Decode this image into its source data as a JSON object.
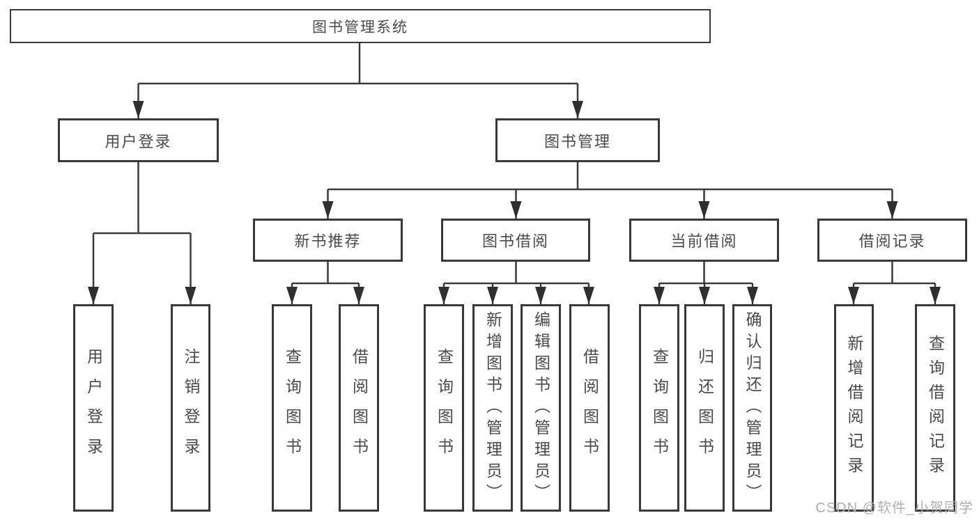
{
  "tree": {
    "root": "图书管理系统",
    "branches": [
      {
        "label": "用户登录",
        "children": [
          "用户登录",
          "注销登录"
        ]
      },
      {
        "label": "图书管理",
        "groups": [
          {
            "label": "新书推荐",
            "children": [
              "查询图书",
              "借阅图书"
            ]
          },
          {
            "label": "图书借阅",
            "children": [
              "查询图书",
              "新增图书（管理员）",
              "编辑图书（管理员）",
              "借阅图书"
            ]
          },
          {
            "label": "当前借阅",
            "children": [
              "查询图书",
              "归还图书",
              "确认归还（管理员）"
            ]
          },
          {
            "label": "借阅记录",
            "children": [
              "新增借阅记录",
              "查询借阅记录"
            ]
          }
        ]
      }
    ]
  },
  "watermark": {
    "text": "CSDN @软件_小贺同学"
  },
  "colors": {
    "line": "#3a3a3a",
    "arrow": "#2f2f2f",
    "box_border": "#383838",
    "text": "#4a4a4a",
    "watermark_text": "#b0b0b0",
    "background": "#ffffff"
  }
}
